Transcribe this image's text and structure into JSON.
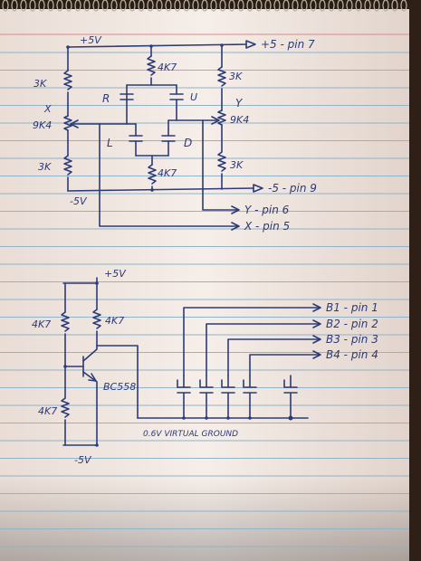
{
  "top_circuit": {
    "vplus": "+5V",
    "vplus_out": "+5 - pin 7",
    "vminus": "-5V",
    "vminus_out": "-5 - pin 9",
    "res_top_mid": "4K7",
    "res_bottom_mid": "4K7",
    "res_left_top": "3K",
    "res_left_bottom": "3K",
    "res_right_top": "3K",
    "res_right_bottom": "3K",
    "pot_left_label": "X",
    "pot_left_value": "9K4",
    "pot_right_label": "Y",
    "pot_right_value": "9K4",
    "switch_r": "R",
    "switch_u": "U",
    "switch_l": "L",
    "switch_d": "D",
    "out_y": "Y - pin 6",
    "out_x": "X - pin 5"
  },
  "bottom_circuit": {
    "vplus": "+5V",
    "vminus": "-5V",
    "res_upper_left": "4K7",
    "res_upper_right": "4K7",
    "res_lower_left": "4K7",
    "transistor": "BC558",
    "ground_label": "0.6V VIRTUAL GROUND",
    "out_b1": "B1 - pin 1",
    "out_b2": "B2 - pin 2",
    "out_b3": "B3 - pin 3",
    "out_b4": "B4 - pin 4"
  },
  "colors": {
    "ink": "#2c3a78",
    "paper": "#f4ece6",
    "rule_line": "#8fb3c8",
    "margin_line": "#d98a8a"
  }
}
